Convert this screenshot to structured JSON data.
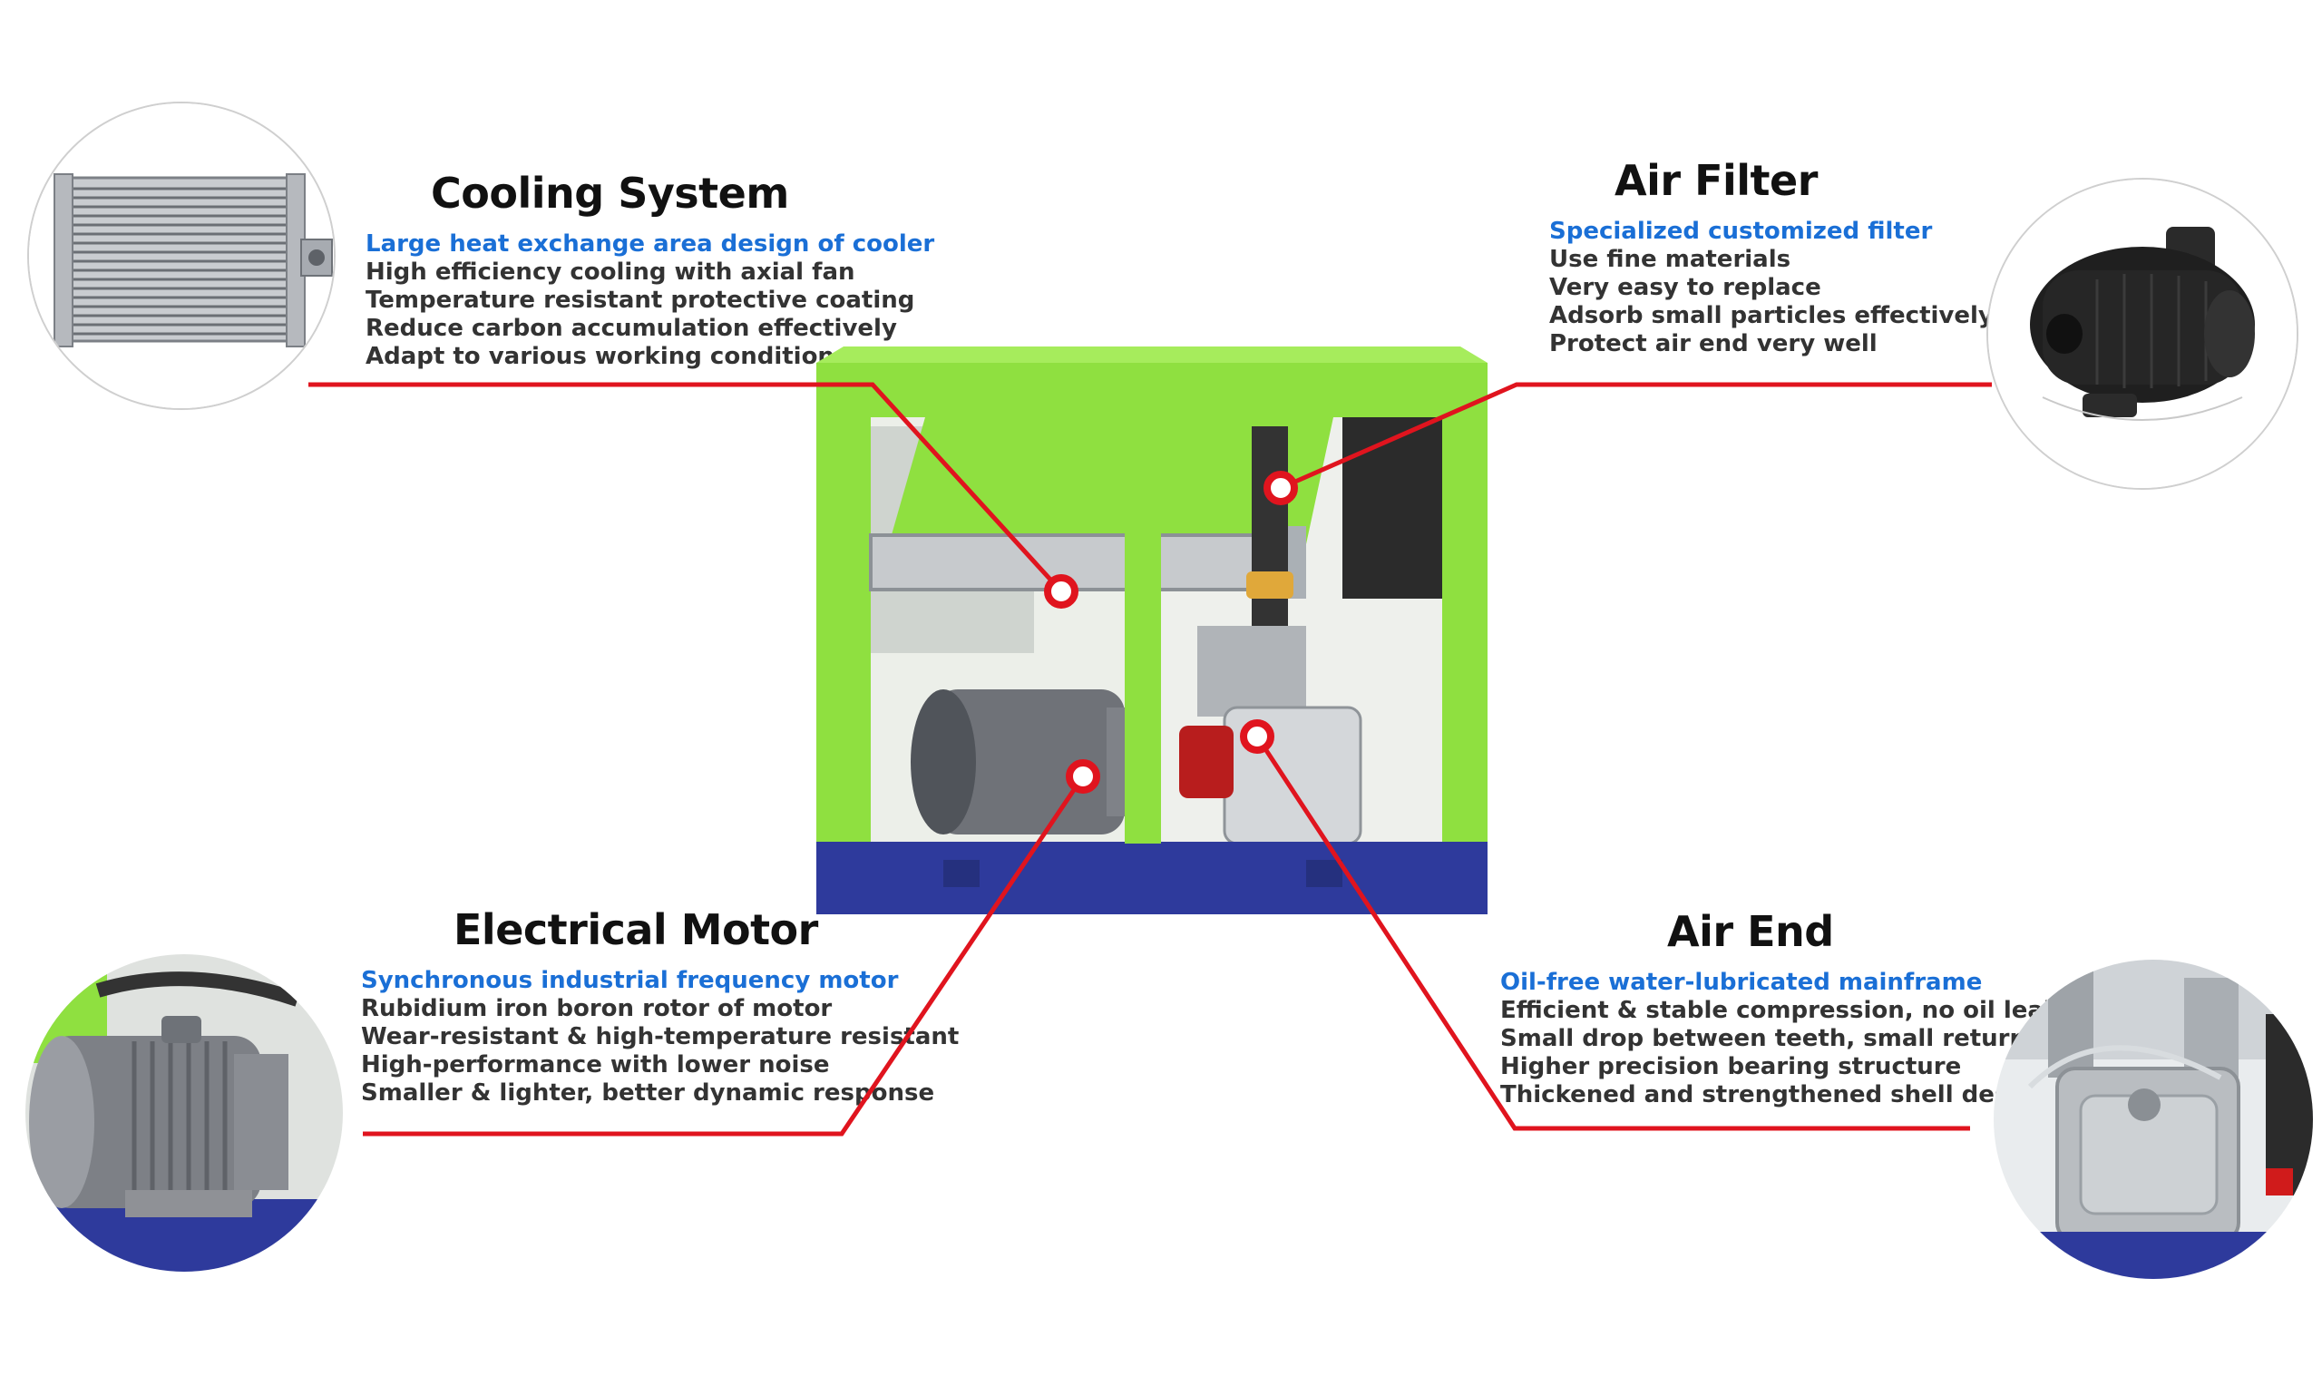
{
  "theme": {
    "subtitle_color": "#1a6fd6",
    "leader_color": "#e0141e",
    "frame_green": "#8fe040",
    "base_blue": "#2e3a9c"
  },
  "cooling_system": {
    "title": "Cooling System",
    "subtitle": "Large heat exchange area design of cooler",
    "features": [
      "High efficiency cooling with axial fan",
      "Temperature resistant protective coating",
      "Reduce carbon accumulation effectively",
      "Adapt to various working conditions"
    ],
    "icon": "cooler-radiator-icon"
  },
  "air_filter": {
    "title": "Air Filter",
    "subtitle": "Specialized customized filter",
    "features": [
      "Use fine materials",
      "Very easy to replace",
      "Adsorb small particles effectively",
      "Protect air end very well"
    ],
    "icon": "air-filter-icon"
  },
  "electrical_motor": {
    "title": "Electrical Motor",
    "subtitle": "Synchronous industrial frequency motor",
    "features": [
      "Rubidium iron boron rotor of motor",
      "Wear-resistant & high-temperature resistant",
      "High-performance with lower noise",
      "Smaller & lighter, better dynamic response"
    ],
    "icon": "electric-motor-icon"
  },
  "air_end": {
    "title": "Air End",
    "subtitle": "Oil-free water-lubricated mainframe",
    "features": [
      "Efficient & stable compression, no oil leak",
      "Small drop between teeth, small return loss",
      "Higher precision bearing structure",
      "Thickened and strengthened shell design"
    ],
    "icon": "air-end-icon"
  }
}
